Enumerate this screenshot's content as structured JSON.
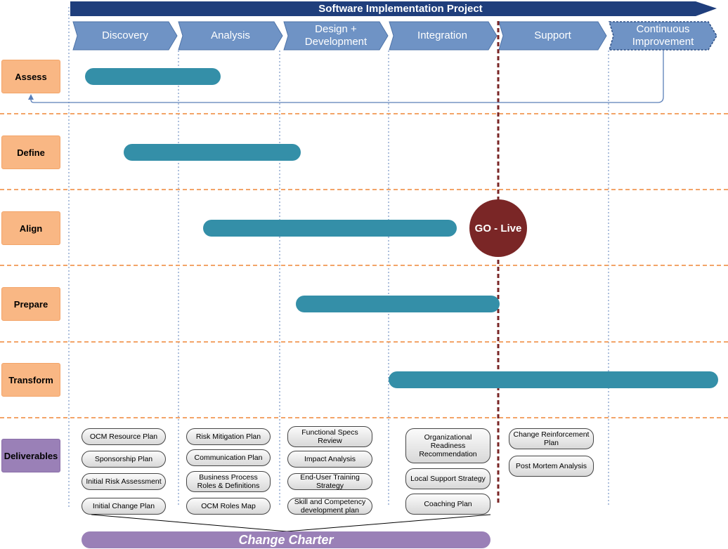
{
  "project_title": "Software Implementation Project",
  "phases": [
    {
      "label": "Discovery"
    },
    {
      "label": "Analysis"
    },
    {
      "label": "Design +\nDevelopment"
    },
    {
      "label": "Integration"
    },
    {
      "label": "Support"
    },
    {
      "label": "Continuous\nImprovement"
    }
  ],
  "rows": [
    {
      "label": "Assess"
    },
    {
      "label": "Define"
    },
    {
      "label": "Align"
    },
    {
      "label": "Prepare"
    },
    {
      "label": "Transform"
    },
    {
      "label": "Deliverables"
    }
  ],
  "go_live": "GO - Live",
  "change_charter": "Change Charter",
  "deliverables": {
    "discovery": [
      "OCM Resource Plan",
      "Sponsorship Plan",
      "Initial Risk Assessment",
      "Initial Change Plan"
    ],
    "analysis": [
      "Risk Mitigation Plan",
      "Communication Plan",
      "Business Process Roles & Definitions",
      "OCM Roles Map"
    ],
    "design": [
      "Functional Specs Review",
      "Impact Analysis",
      "End-User Training Strategy",
      "Skill and Competency development plan"
    ],
    "integration": [
      "Organizational Readiness Recommendation",
      "Local Support Strategy",
      "Coaching Plan"
    ],
    "support": [
      "Change Reinforcement Plan",
      "Post Mortem Analysis"
    ]
  },
  "colors": {
    "phase_fill": "#6f93c5",
    "title_bar": "#1f3e7c",
    "gantt_bar": "#348fa8",
    "row_label": "#f9b784",
    "deliverables_label": "#9a80b7",
    "go_live": "#7a2626",
    "separator": "#f3a468"
  }
}
